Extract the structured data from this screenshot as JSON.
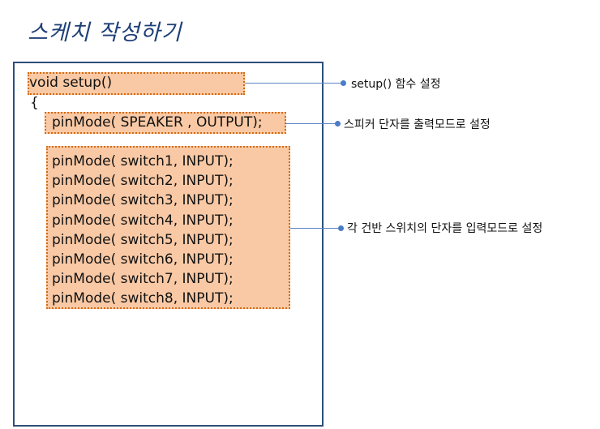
{
  "title": "스케치 작성하기",
  "code": {
    "setup_line": "void setup()",
    "open_brace": "{",
    "speaker_line": "pinMode( SPEAKER , OUTPUT);",
    "switch_lines": [
      "pinMode( switch1, INPUT);",
      "pinMode( switch2, INPUT);",
      "pinMode( switch3, INPUT);",
      "pinMode( switch4, INPUT);",
      "pinMode( switch5, INPUT);",
      "pinMode( switch6, INPUT);",
      "pinMode( switch7, INPUT);",
      "pinMode( switch8, INPUT);"
    ]
  },
  "callouts": {
    "setup": "setup() 함수 설정",
    "speaker": "스피커 단자를 출력모드로 설정",
    "switches": "각 건반 스위치의 단자를 입력모드로 설정"
  },
  "colors": {
    "highlight_fill": "#f9c9a5",
    "highlight_border": "#d46a10",
    "connector": "#5a84c4",
    "panel_border": "#2d4f7c",
    "title": "#1f3f78"
  }
}
